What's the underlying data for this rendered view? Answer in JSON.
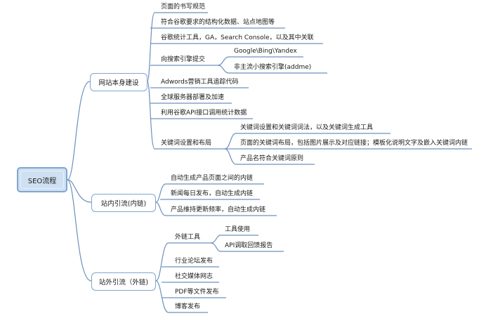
{
  "root": "SEO流程",
  "branches": [
    {
      "label": "网站本身建设",
      "items": [
        "页面的书写规范",
        "符合谷歌要求的结构化数据、站点地图等",
        "谷歌统计工具，GA，Search Console，以及其中关联",
        "向搜索引擎提交",
        "Adwords营销工具追踪代码",
        "全球服务器部署及加速",
        "利用谷歌API接口调用统计数据",
        "关键词设置和布局"
      ],
      "submit_children": [
        "Google\\Bing\\Yandex",
        "非主流小搜索引擎(addme)"
      ],
      "keyword_children": [
        "关键词设置和关键词词法，以及关键词生成工具",
        "页面的关键词布局，包括图片展示及对应链接；模板化说明文字及嵌入关键词内链",
        "产品名符合关键词原则"
      ]
    },
    {
      "label": "站内引流(内链)",
      "items": [
        "自动生成产品页面之间的内链",
        "新闻每日发布，自动生成内链",
        "产品维持更新频率，自动生成内链"
      ]
    },
    {
      "label": "站外引流（外链)",
      "items": [
        "外链工具",
        "行业论坛发布",
        "社交媒体网志",
        "PDF等文件发布",
        "博客发布"
      ],
      "tool_children": [
        "工具使用",
        "API调取回馈报告"
      ]
    }
  ]
}
